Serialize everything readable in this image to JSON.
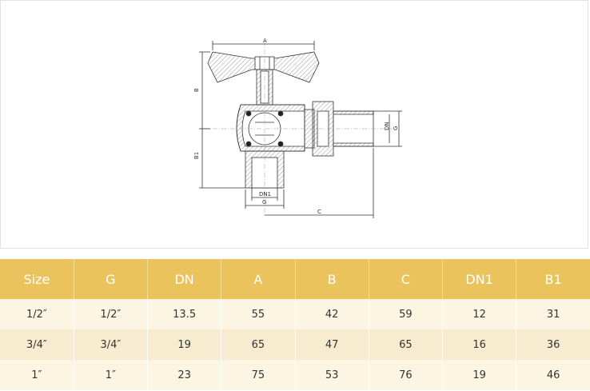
{
  "drawing": {
    "labels": {
      "A": "A",
      "B": "B",
      "B1": "B1",
      "C": "C",
      "DN": "DN",
      "G_right": "G",
      "DN1": "DN1",
      "G_bottom": "G"
    }
  },
  "table": {
    "headers": [
      "Size",
      "G",
      "DN",
      "A",
      "B",
      "C",
      "DN1",
      "B1"
    ],
    "rows": [
      [
        "1/2″",
        "1/2″",
        "13.5",
        "55",
        "42",
        "59",
        "12",
        "31"
      ],
      [
        "3/4″",
        "3/4″",
        "19",
        "65",
        "47",
        "65",
        "16",
        "36"
      ],
      [
        "1″",
        "1″",
        "23",
        "75",
        "53",
        "76",
        "19",
        "46"
      ]
    ],
    "colors": {
      "header_bg": "#eac35c",
      "row_bg_odd": "#fcf5e1",
      "row_bg_even": "#f7ecd0"
    }
  }
}
